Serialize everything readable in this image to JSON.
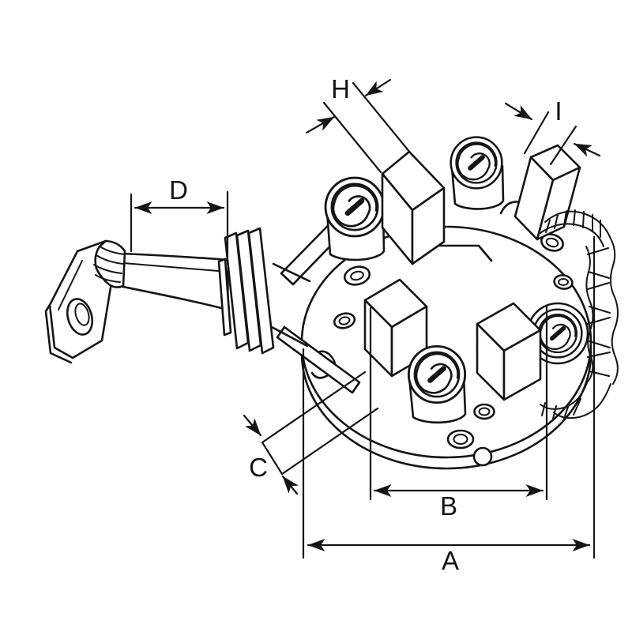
{
  "diagram": {
    "type": "technical-line-drawing",
    "subject": "starter brush holder assembly with dimension callouts",
    "colors": {
      "background": "#ffffff",
      "line": "#151515"
    },
    "labels": {
      "A": "A",
      "B": "B",
      "C": "C",
      "D": "D",
      "H": "H",
      "I": "I"
    }
  }
}
